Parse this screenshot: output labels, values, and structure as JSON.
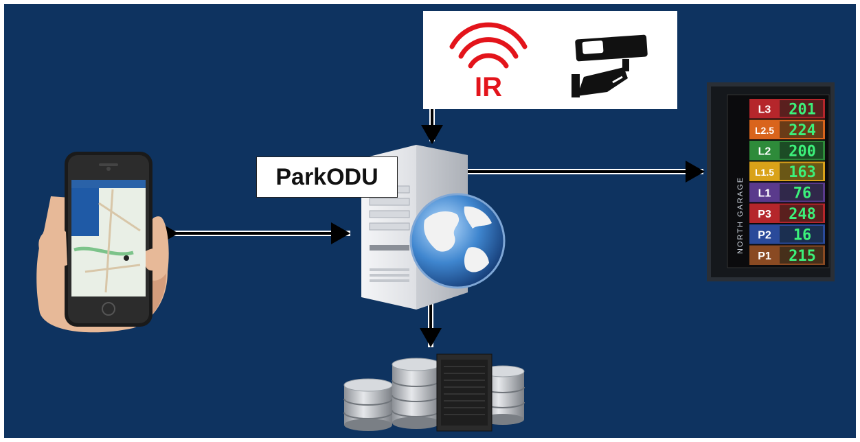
{
  "server": {
    "label": "ParkODU"
  },
  "sensors": {
    "ir_label": "IR",
    "icons": [
      "ir-wireless-icon",
      "security-camera-icon"
    ]
  },
  "parking_sign": {
    "garage_name": "NORTH GARAGE",
    "levels": [
      {
        "level": "L3",
        "spaces": "201",
        "color": "#b5262b"
      },
      {
        "level": "L2.5",
        "spaces": "224",
        "color": "#d9641c"
      },
      {
        "level": "L2",
        "spaces": "200",
        "color": "#2e8b3a"
      },
      {
        "level": "L1.5",
        "spaces": "163",
        "color": "#d9a219"
      },
      {
        "level": "L1",
        "spaces": "76",
        "color": "#5a3a8c"
      },
      {
        "level": "P3",
        "spaces": "248",
        "color": "#b5262b"
      },
      {
        "level": "P2",
        "spaces": "16",
        "color": "#2a4a9a"
      },
      {
        "level": "P1",
        "spaces": "215",
        "color": "#8a4a22"
      }
    ]
  },
  "colors": {
    "background": "#0e3360",
    "ir_red": "#e3141b",
    "led_green": "#3cf07a"
  }
}
